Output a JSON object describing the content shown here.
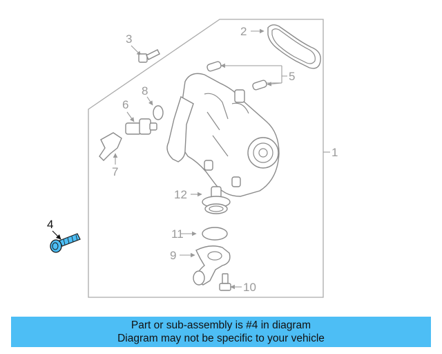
{
  "diagram": {
    "callouts": [
      "1",
      "2",
      "3",
      "4",
      "5",
      "6",
      "7",
      "8",
      "9",
      "10",
      "11",
      "12"
    ],
    "highlight_callout": "4",
    "colors": {
      "highlight": "#4dbef5",
      "line": "#8a8a8a",
      "banner": "#4dbef5"
    }
  },
  "banner": {
    "line1": "Part or sub-assembly is #4 in diagram",
    "line2": "Diagram may not be specific to your vehicle"
  }
}
